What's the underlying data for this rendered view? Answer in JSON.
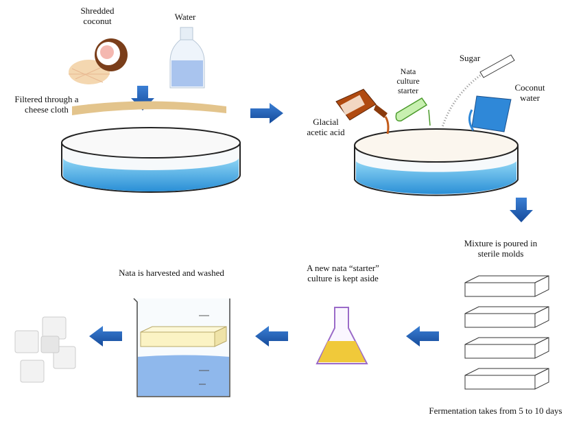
{
  "labels": {
    "shredded_coconut": "Shredded\ncoconut",
    "water": "Water",
    "filtered": "Filtered through a\ncheese cloth",
    "glacial_acetic_acid": "Glacial\nacetic acid",
    "nata_culture_starter": "Nata\nculture\nstarter",
    "sugar": "Sugar",
    "coconut_water": "Coconut\nwater",
    "mixture": "Mixture  is poured in\nsterile  molds",
    "fermentation": "Fermentation  takes from  5 to 10 days",
    "starter_kept": "A new nata “starter”\nculture  is kept aside",
    "harvested": "Nata is harvested  and washed"
  },
  "colors": {
    "arrow": "#1f5fb8",
    "water": "#4fb3e8",
    "culture_liquid": "#f0c93a",
    "nata_block": "#fbf3c4"
  }
}
